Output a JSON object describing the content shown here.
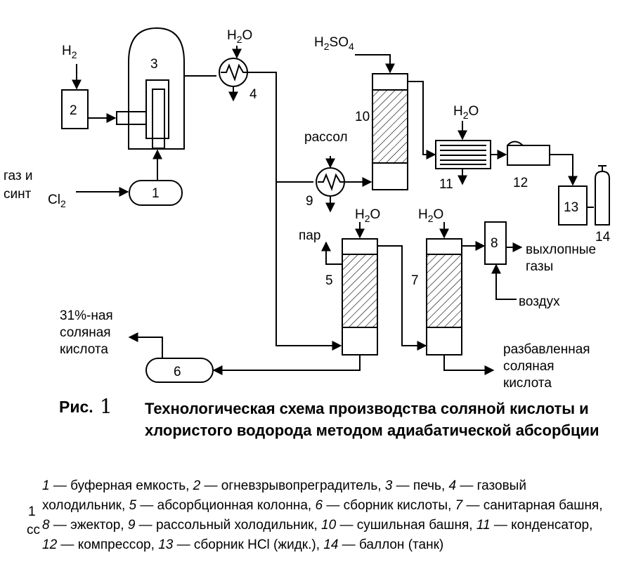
{
  "labels": {
    "h2_feed": "H",
    "h2_sub": "2",
    "cl2_feed": "Cl",
    "cl2_sub": "2",
    "water": "H",
    "water_sub": "2",
    "water_o": "O",
    "h2so4": "H",
    "h2so4_sub1": "2",
    "h2so4_mid": "SO",
    "h2so4_sub2": "4",
    "brine": "рассол",
    "steam": "пар",
    "exhaust_line1": "выхлопные",
    "exhaust_line2": "газы",
    "air": "воздух",
    "acid31_line1": "31%-ная",
    "acid31_line2": "соляная",
    "acid31_line3": "кислота",
    "dilute_line1": "разбавленная",
    "dilute_line2": "соляная",
    "dilute_line3": "кислота",
    "cut_left1": "газ и",
    "cut_left2": "синт"
  },
  "equipment_numbers": [
    "1",
    "2",
    "3",
    "4",
    "5",
    "6",
    "7",
    "8",
    "9",
    "10",
    "11",
    "12",
    "13",
    "14"
  ],
  "caption": {
    "label": "Рис.",
    "number": "1",
    "title": "Технологическая схема производства соляной кислоты и хлористого водорода методом адиабатической абсорбции"
  },
  "legend": [
    {
      "n": "1",
      "t": " — буферная емкость, "
    },
    {
      "n": "2",
      "t": " — огневзрывопреградитель, "
    },
    {
      "n": "3",
      "t": " — печь, "
    },
    {
      "n": "4",
      "t": " — газовый холодильник, "
    },
    {
      "n": "5",
      "t": " — абсорбционная колонна, "
    },
    {
      "n": "6",
      "t": " — сборник кислоты, "
    },
    {
      "n": "7",
      "t": " — санитарная башня, "
    },
    {
      "n": "8",
      "t": " — эжектор, "
    },
    {
      "n": "9",
      "t": " — рассольный холодильник, "
    },
    {
      "n": "10",
      "t": " — сушильная башня, "
    },
    {
      "n": "11",
      "t": " — конденсатор, "
    },
    {
      "n": "12",
      "t": " — компрессор, "
    },
    {
      "n": "13",
      "t": " — сборник HCl (жидк.), "
    },
    {
      "n": "14",
      "t": " — баллон (танк)"
    }
  ],
  "cut_fragments": [
    "1",
    "сс"
  ]
}
